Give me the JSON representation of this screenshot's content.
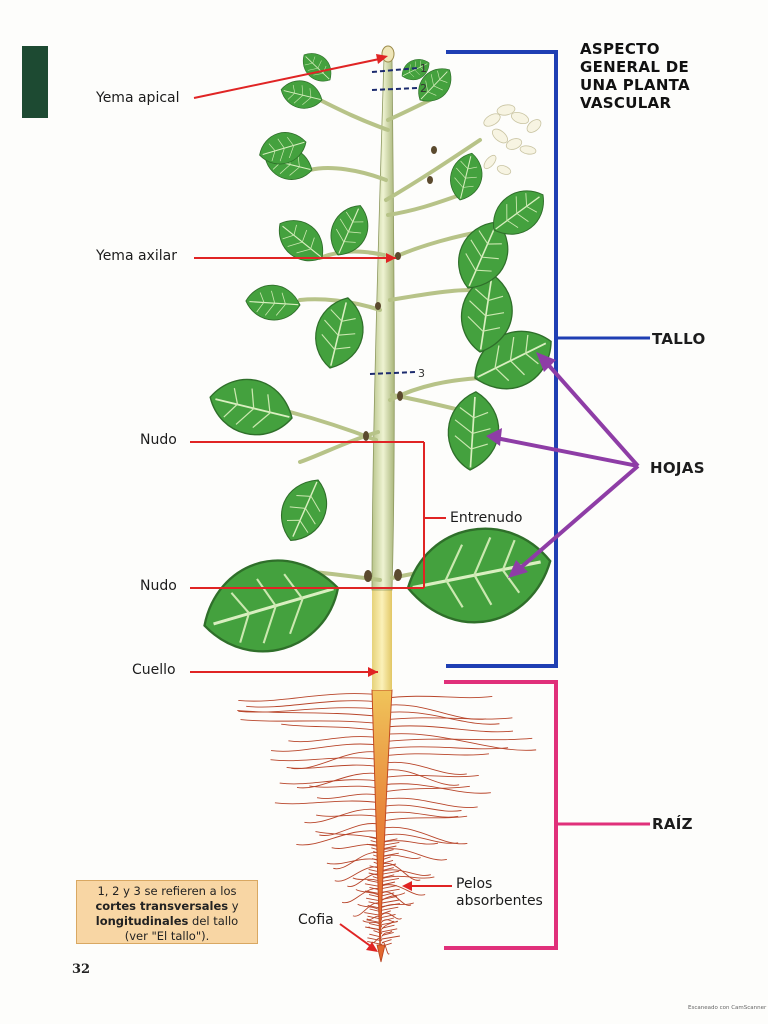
{
  "title": [
    "ASPECTO",
    "GENERAL DE",
    "UNA PLANTA",
    "VASCULAR"
  ],
  "labels": {
    "yema_apical": "Yema apical",
    "yema_axilar": "Yema axilar",
    "nudo_1": "Nudo",
    "entrenudo": "Entrenudo",
    "nudo_2": "Nudo",
    "cuello": "Cuello",
    "cofia": "Cofia",
    "pelos_line1": "Pelos",
    "pelos_line2": "absorbentes"
  },
  "brackets": {
    "tallo": "TALLO",
    "hojas": "HOJAS",
    "raiz": "RAÍZ"
  },
  "section_marks": [
    "1",
    "2",
    "3"
  ],
  "note": {
    "line1": "1, 2 y 3 se refieren a los",
    "bold1": "cortes transversales",
    "mid": " y",
    "bold2": "longitudinales",
    "after_bold2": " del tallo",
    "line4": "(ver \"El tallo\")."
  },
  "page_number": "32",
  "credit": "Escaneado con CamScanner",
  "colors": {
    "tallo_bracket": "#1f3fb3",
    "raiz_bracket": "#e0307a",
    "hojas_arrows": "#8e3da6",
    "label_lines": "#e02424",
    "leaf": "#3f9a3a",
    "stem": "#d9e2b5",
    "root": "#d85a2a",
    "note_bg": "#f8d6a4"
  }
}
